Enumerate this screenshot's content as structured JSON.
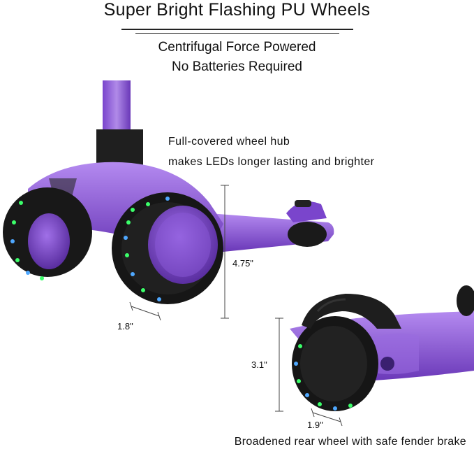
{
  "header": {
    "title": "Super Bright Flashing PU Wheels",
    "subtitle_line1": "Centrifugal Force Powered",
    "subtitle_line2": "No Batteries Required"
  },
  "annotations": {
    "hub_note_line1": "Full-covered wheel hub",
    "hub_note_line2": "makes LEDs longer lasting and brighter",
    "front_wheel_height": "4.75\"",
    "front_wheel_width": "1.8\"",
    "rear_wheel_height": "3.1\"",
    "rear_wheel_width": "1.9\""
  },
  "caption": "Broadened rear wheel with safe fender brake",
  "colors": {
    "purple": "#8a4fd6",
    "purple_dark": "#5a2ea0",
    "tire": "#1a1a1a",
    "led_green": "#3bff6a",
    "led_blue": "#4fa8ff"
  }
}
